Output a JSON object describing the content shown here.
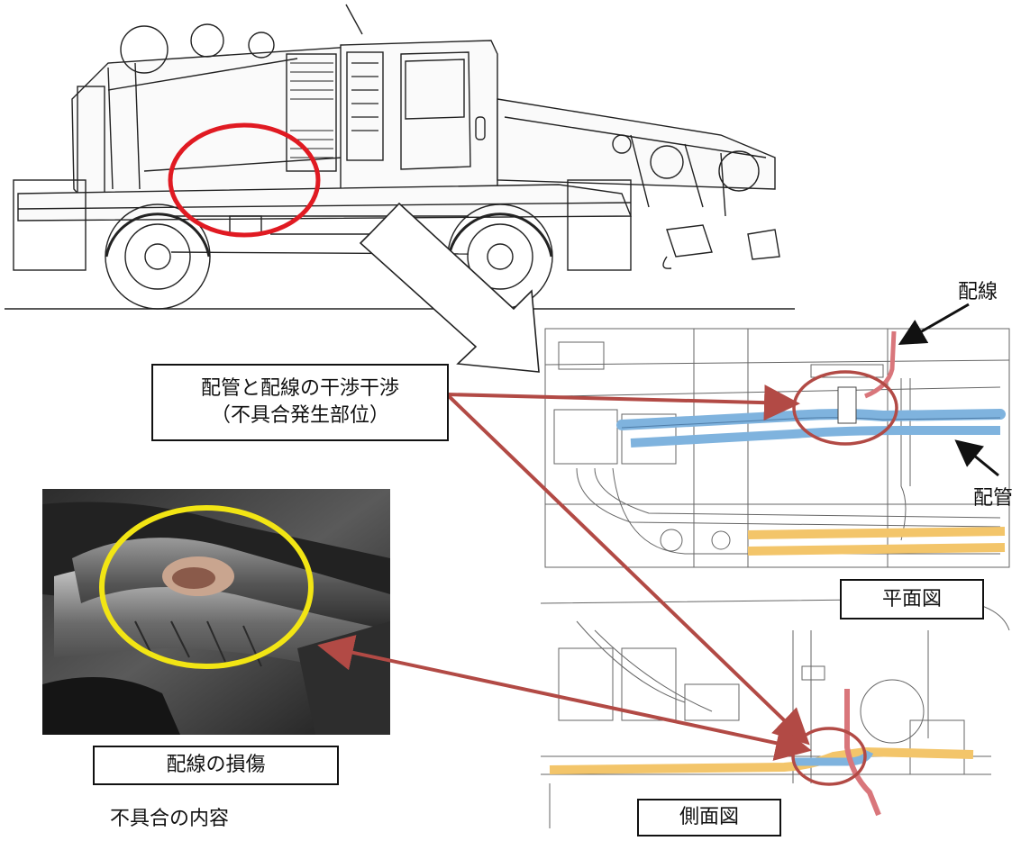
{
  "labels": {
    "interference_line1": "配管と配線の干渉干渉",
    "interference_line2": "（不具合発生部位）",
    "plan_view": "平面図",
    "side_view": "側面図",
    "wiring_damage": "配線の損傷",
    "defect_details": "不具合の内容",
    "wiring": "配線",
    "piping": "配管"
  },
  "colors": {
    "highlight_red": "#e01a22",
    "arrow_red": "#b24a45",
    "yellow_ring": "#f2e514",
    "wire_pink": "#d9767b",
    "pipe_blue": "#7fb3de",
    "pipe_orange": "#f3c56a"
  }
}
